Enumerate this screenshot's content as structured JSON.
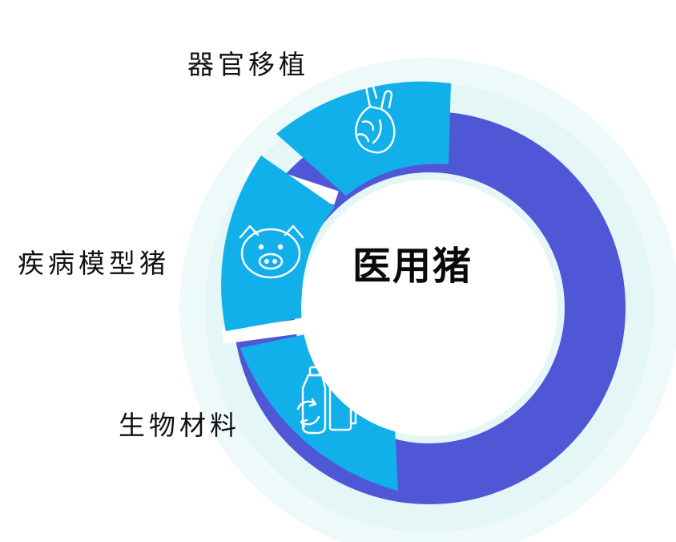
{
  "center": {
    "title": "医用猪"
  },
  "segments": [
    {
      "label": "器官移植",
      "icon": "heart-icon"
    },
    {
      "label": "疾病模型猪",
      "icon": "pig-face-icon"
    },
    {
      "label": "生物材料",
      "icon": "bottle-recycle-icon"
    }
  ],
  "colors": {
    "ring": "#5057d6",
    "segment": "#12b0ea",
    "halo": "#eaf8f8",
    "text": "#111111"
  }
}
